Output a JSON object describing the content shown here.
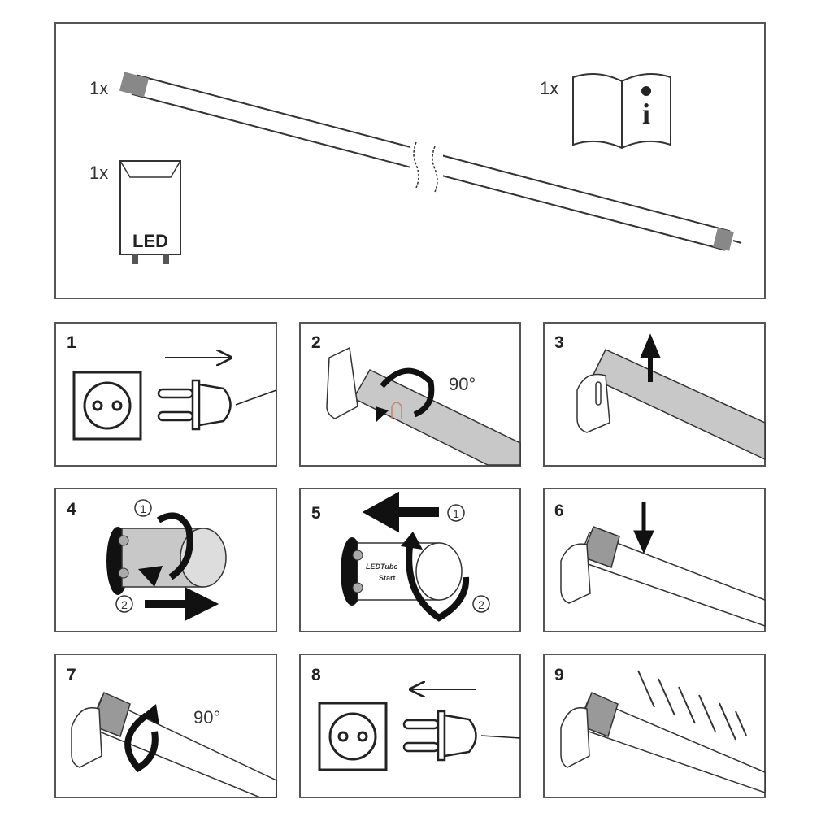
{
  "contents": {
    "tube_qty": "1x",
    "starter_qty": "1x",
    "manual_qty": "1x",
    "starter_label": "LED",
    "manual_icon_letter": "i"
  },
  "steps": [
    {
      "number": "1"
    },
    {
      "number": "2",
      "angle": "90°"
    },
    {
      "number": "3"
    },
    {
      "number": "4",
      "circ1": "1",
      "circ2": "2"
    },
    {
      "number": "5",
      "circ1": "1",
      "circ2": "2",
      "starter_text1": "LEDTube",
      "starter_text2": "Start"
    },
    {
      "number": "6"
    },
    {
      "number": "7",
      "angle": "90°"
    },
    {
      "number": "8"
    },
    {
      "number": "9"
    }
  ]
}
